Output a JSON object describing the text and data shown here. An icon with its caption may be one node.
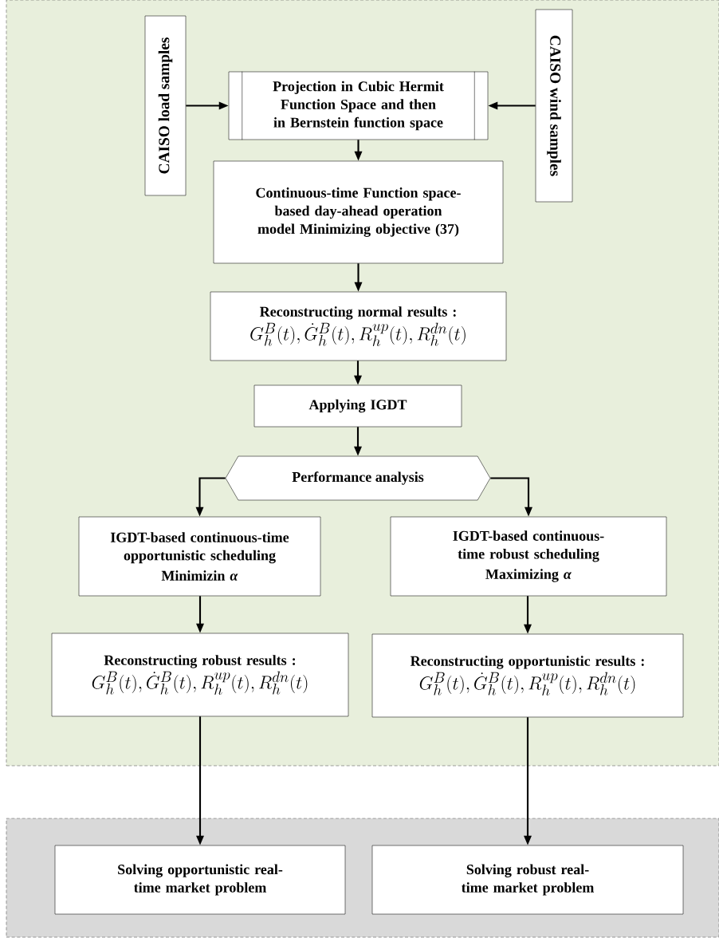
{
  "diagram": {
    "nodes": [
      {
        "text": [],
        "shape": "box"
      },
      {
        "text": [
          "CAISO load samples"
        ],
        "in": 0
      },
      {
        "text": [
          "Projection in Cubic Hermit Function Space and then in Bernstein function space"
        ],
        "in": 0
      },
      {
        "text": [
          "CAISO wind samples"
        ],
        "in": 0
      },
      {
        "text": [
          "Continuous-time Function space-based day-ahead operation model Minimizing objective (37)"
        ],
        "in": 0
      },
      {
        "text": [
          "Reconstructing normal results :",
          "G_h^B(t),\\dot{G}_h^B(t),R_h^{up}(t),R_h^{dn}(t)"
        ],
        "in": 0
      },
      {
        "text": [
          "Applying IGDT"
        ],
        "in": 0
      },
      {
        "text": [
          "Performance analysis"
        ],
        "in": 0
      },
      {
        "text": [
          "IGDT-based continuous-time opportunistic scheduling",
          "Minimizin *α*"
        ],
        "in": 0
      },
      {
        "text": [
          "IGDT-based continuous-time robust scheduling",
          "Maximizing *α*"
        ],
        "in": 0
      },
      {
        "text": [
          "Reconstructing robust results :",
          "G_h^B(t),\\dot{G}_h^B(t),R_h^{up}(t),R_h^{dn}(t)"
        ],
        "in": 0
      },
      {
        "text": [
          "Reconstructing opportunistic results :",
          "G_h^B(t),\\dot{G}_h^B(t),R_h^{up}(t),R_h^{dn}(t)"
        ],
        "in": 0
      },
      {
        "text": [],
        "shape": "box"
      },
      {
        "text": [
          "Solving opportunistic real-time market problem"
        ],
        "in": 12
      },
      {
        "text": [
          "Solving robust real-time market problem"
        ],
        "in": 12
      }
    ],
    "edges": [
      {
        "from": 1,
        "to": 2,
        "arrow": "to"
      },
      {
        "from": 3,
        "to": 2,
        "arrow": "to"
      },
      {
        "from": 2,
        "to": 4,
        "arrow": "to"
      },
      {
        "from": 4,
        "to": 5,
        "arrow": "to"
      },
      {
        "from": 5,
        "to": 6,
        "arrow": "to"
      },
      {
        "from": 6,
        "to": 7,
        "arrow": "to"
      },
      {
        "from": 7,
        "to": 8,
        "arrow": "to"
      },
      {
        "from": 7,
        "to": 9,
        "arrow": "to"
      },
      {
        "from": 8,
        "to": 10,
        "arrow": "to"
      },
      {
        "from": 9,
        "to": 11,
        "arrow": "to"
      },
      {
        "from": 10,
        "to": 13,
        "arrow": "to"
      },
      {
        "from": 11,
        "to": 14,
        "arrow": "to"
      }
    ]
  }
}
